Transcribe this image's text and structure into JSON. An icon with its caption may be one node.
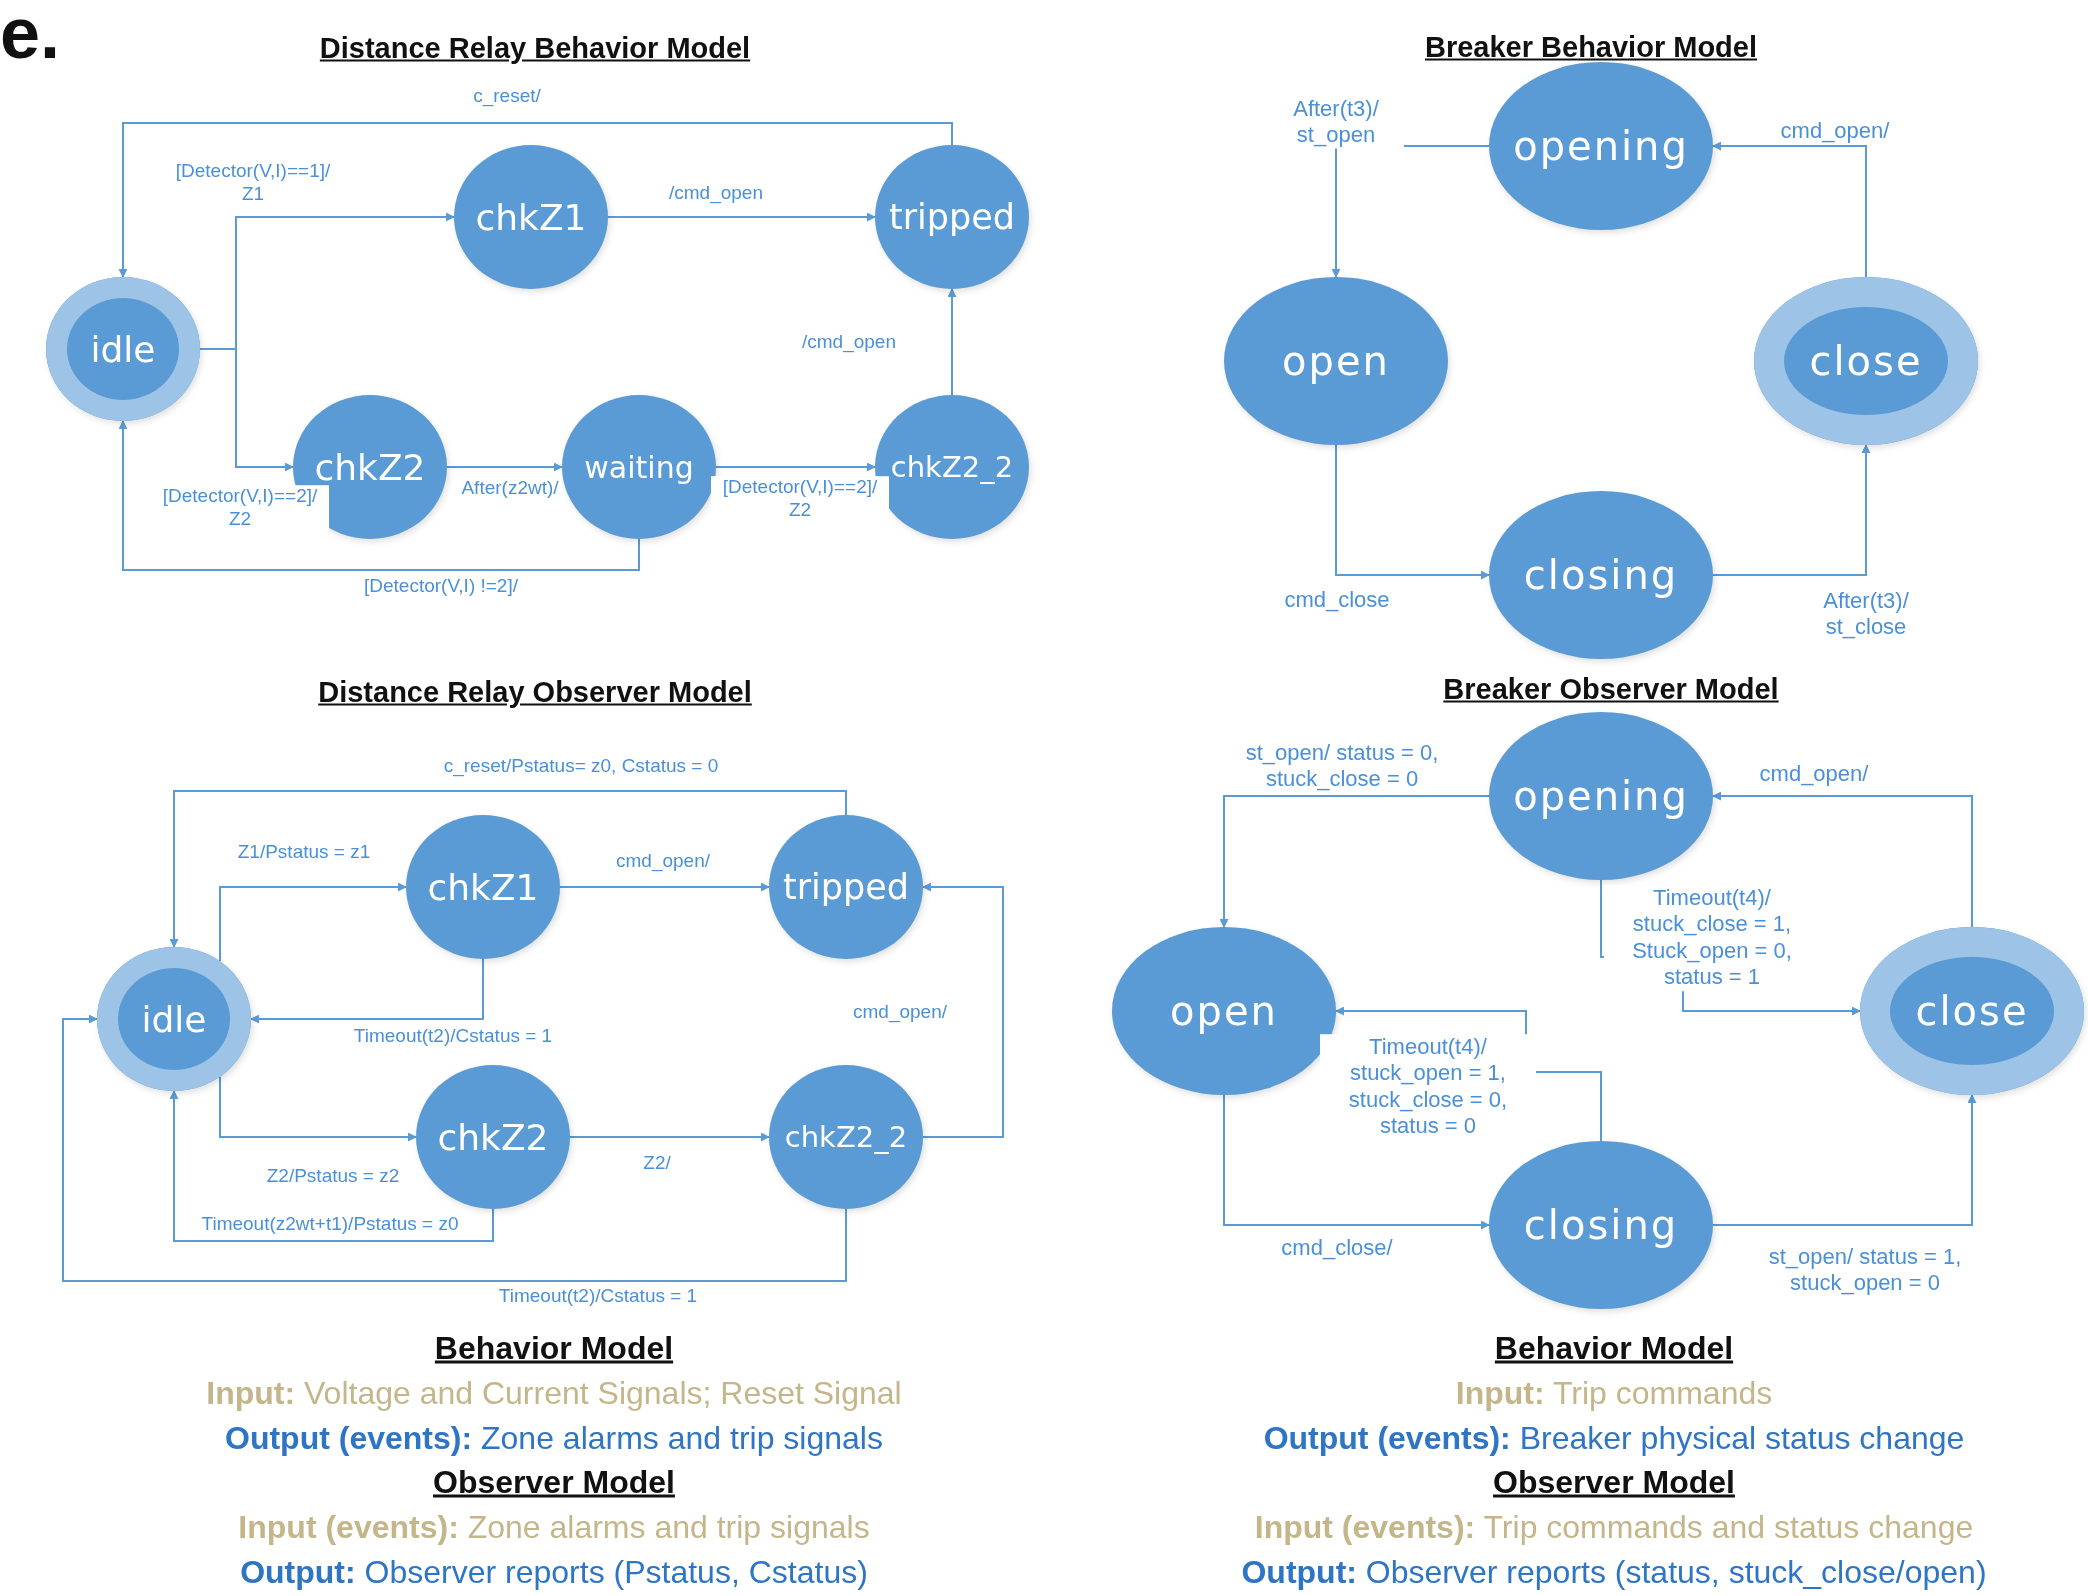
{
  "diagram": {
    "nodes": [
      {
        "text": [
          "idle"
        ]
      },
      {
        "text": [
          "chkZ1"
        ]
      },
      {
        "text": [
          "tripped"
        ]
      },
      {
        "text": [
          "chkZ2"
        ]
      },
      {
        "text": [
          "waiting"
        ]
      },
      {
        "text": [
          "chkZ2_2"
        ]
      },
      {
        "text": [
          "opening"
        ]
      },
      {
        "text": [
          "open"
        ]
      },
      {
        "text": [
          "close"
        ]
      },
      {
        "text": [
          "closing"
        ]
      },
      {
        "text": [
          "idle"
        ]
      },
      {
        "text": [
          "chkZ1"
        ]
      },
      {
        "text": [
          "tripped"
        ]
      },
      {
        "text": [
          "chkZ2"
        ]
      },
      {
        "text": [
          "chkZ2_2"
        ]
      },
      {
        "text": [
          "opening"
        ]
      },
      {
        "text": [
          "open"
        ]
      },
      {
        "text": [
          "close"
        ]
      },
      {
        "text": [
          "closing"
        ]
      }
    ],
    "edges": [
      {
        "from": 2,
        "to": 0,
        "arrow": "to",
        "label": "c_reset/"
      },
      {
        "from": 0,
        "to": 1,
        "arrow": "to",
        "label": "[Detector(V,I)==1]/ Z1"
      },
      {
        "from": 0,
        "to": 3,
        "arrow": "to",
        "label": "[Detector(V,I)==2]/ Z2"
      },
      {
        "from": 1,
        "to": 2,
        "arrow": "to",
        "label": "/cmd_open"
      },
      {
        "from": 3,
        "to": 4,
        "arrow": "to",
        "label": "After(z2wt)/"
      },
      {
        "from": 4,
        "to": 5,
        "arrow": "to",
        "label": "[Detector(V,I)==2]/ Z2"
      },
      {
        "from": 5,
        "to": 2,
        "arrow": "to",
        "label": "/cmd_open"
      },
      {
        "from": 4,
        "to": 0,
        "arrow": "to",
        "label": "[Detector(V,I) !=2]/"
      },
      {
        "from": 6,
        "to": 7,
        "arrow": "to",
        "label": "After(t3)/ st_open"
      },
      {
        "from": 8,
        "to": 6,
        "arrow": "to",
        "label": "cmd_open/"
      },
      {
        "from": 7,
        "to": 9,
        "arrow": "to",
        "label": "cmd_close"
      },
      {
        "from": 9,
        "to": 8,
        "arrow": "to",
        "label": "After(t3)/ st_close"
      },
      {
        "from": 12,
        "to": 10,
        "arrow": "to",
        "label": "c_reset/Pstatus= z0, Cstatus = 0"
      },
      {
        "from": 10,
        "to": 11,
        "arrow": "to",
        "label": "Z1/Pstatus = z1"
      },
      {
        "from": 11,
        "to": 12,
        "arrow": "to",
        "label": "cmd_open/"
      },
      {
        "from": 11,
        "to": 10,
        "arrow": "to",
        "label": "Timeout(t2)/Cstatus = 1"
      },
      {
        "from": 10,
        "to": 13,
        "arrow": "to",
        "label": "Z2/Pstatus = z2"
      },
      {
        "from": 13,
        "to": 14,
        "arrow": "to",
        "label": "Z2/"
      },
      {
        "from": 13,
        "to": 10,
        "arrow": "to",
        "label": "Timeout(z2wt+t1)/Pstatus = z0"
      },
      {
        "from": 14,
        "to": 12,
        "arrow": "to",
        "label": "cmd_open/"
      },
      {
        "from": 14,
        "to": 10,
        "arrow": "to",
        "label": "Timeout(t2)/Cstatus = 1"
      },
      {
        "from": 15,
        "to": 16,
        "arrow": "to",
        "label": "st_open/ status = 0, stuck_close = 0"
      },
      {
        "from": 17,
        "to": 15,
        "arrow": "to",
        "label": "cmd_open/"
      },
      {
        "from": 15,
        "to": 17,
        "arrow": "to",
        "label": "Timeout(t4)/ stuck_close = 1, Stuck_open = 0, status = 1"
      },
      {
        "from": 18,
        "to": 16,
        "arrow": "to",
        "label": "Timeout(t4)/ stuck_open = 1, stuck_close = 0, status = 0"
      },
      {
        "from": 16,
        "to": 18,
        "arrow": "to",
        "label": "cmd_close/"
      },
      {
        "from": 18,
        "to": 17,
        "arrow": "to",
        "label": "st_open/ status = 1, stuck_open = 0"
      }
    ],
    "labels": [
      "e.",
      "Distance Relay Behavior Model",
      "Breaker Behavior Model",
      "Distance Relay Observer Model",
      "Breaker Observer Model",
      "Behavior Model",
      "**Input:** Voltage and Current Signals; Reset Signal",
      "**Output (events):** Zone alarms and trip signals",
      "Observer Model",
      "**Input (events):** Zone alarms and trip signals",
      "**Output:** Observer reports (Pstatus, Cstatus)",
      "Behavior Model",
      "**Input:** Trip commands",
      "**Output (events):** Breaker physical status change",
      "Observer Model",
      "**Input (events):** Trip commands and status change",
      "**Output:** Observer reports (status, stuck_close/open)"
    ]
  }
}
